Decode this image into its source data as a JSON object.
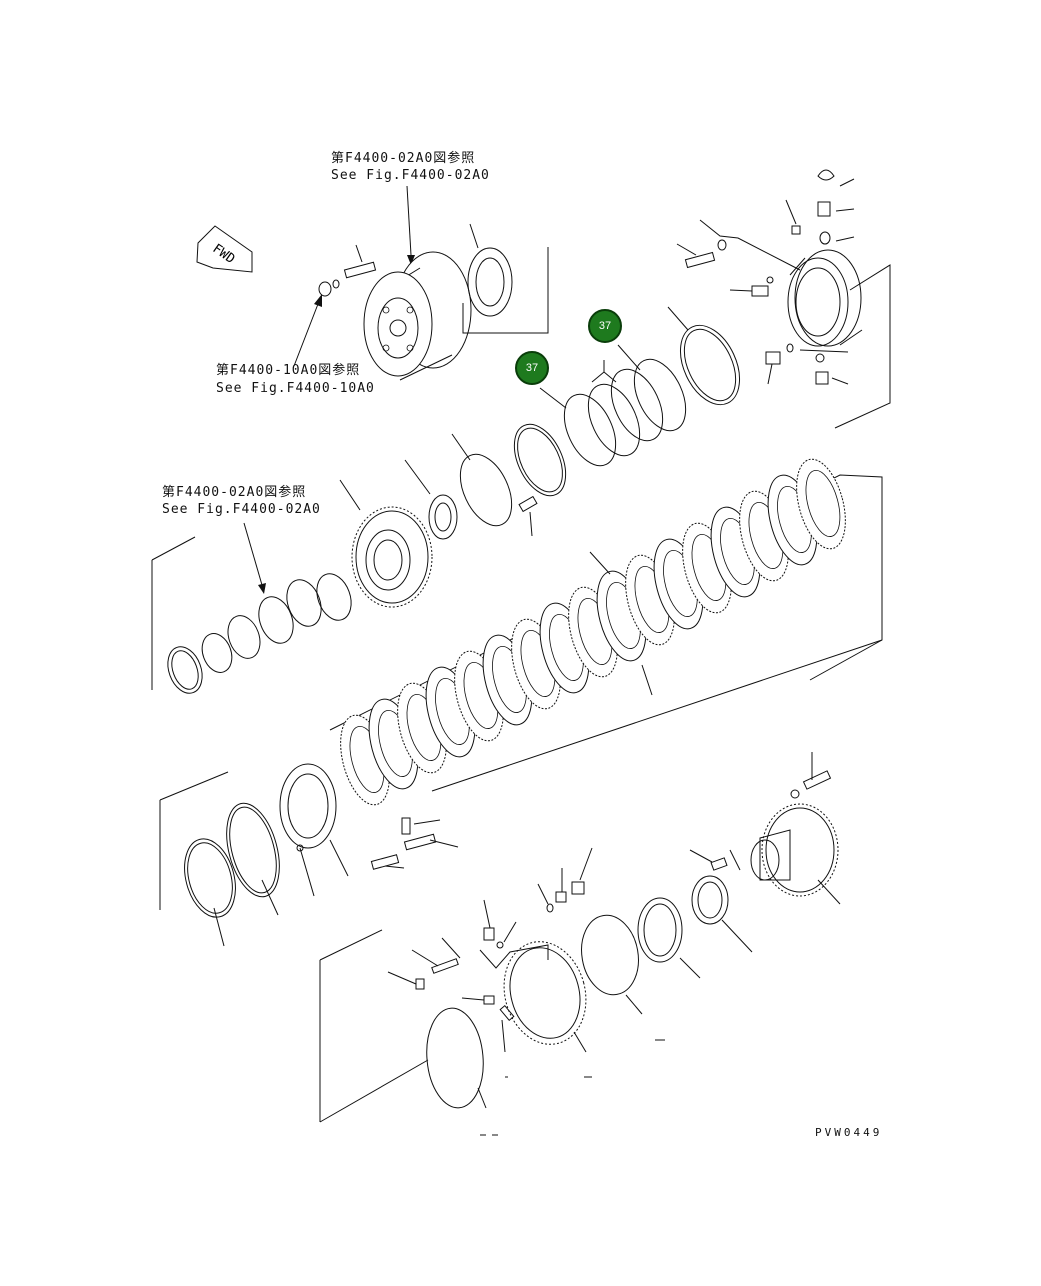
{
  "refs": {
    "top_jp": "第F4400-02A0図参照",
    "top_en": "See Fig.F4400-02A0",
    "mid_jp": "第F4400-10A0図参照",
    "mid_en": "See Fig.F4400-10A0",
    "left_jp": "第F4400-02A0図参照",
    "left_en": "See Fig.F4400-02A0"
  },
  "fwd_label": "FWD",
  "badges": [
    {
      "id": "badge-37-upper",
      "text": "37"
    },
    {
      "id": "badge-37-lower",
      "text": "37"
    }
  ],
  "figure_code": "PVW0449"
}
